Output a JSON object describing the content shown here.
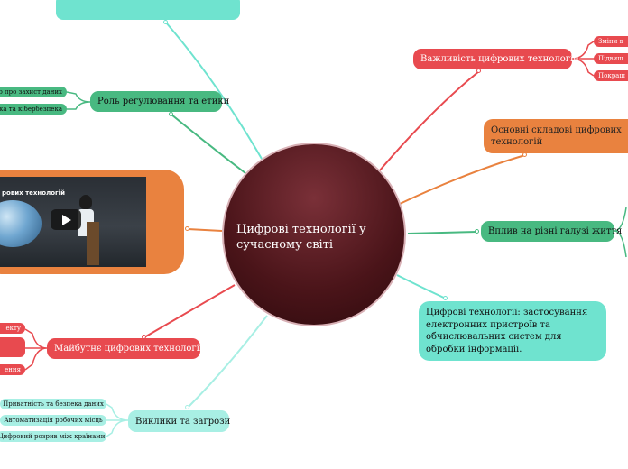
{
  "colors": {
    "center": "#5a1c22",
    "red": "#e84a4f",
    "orange": "#e9823f",
    "green": "#48b981",
    "teal": "#6fe3cf",
    "light_teal": "#a8efe4"
  },
  "center": {
    "title": "Цифрові технології у сучасному світі"
  },
  "branches": {
    "importance": {
      "label": "Важливість цифрових технологій",
      "leaves": [
        "Зміни в",
        "Підвищ",
        "Покращ"
      ]
    },
    "components": {
      "label": "Основні складові цифрових технологій"
    },
    "impact": {
      "label": "Вплив на різні галузі життя"
    },
    "definition": {
      "label": "Цифрові технології: застосування електронних пристроїв та обчислювальних систем для обробки інформації."
    },
    "challenges": {
      "label": "Виклики та загрози",
      "leaves": [
        "Приватність та безпека даних",
        "Автоматизація робочих місць",
        "Цифровий розрив між країнами"
      ]
    },
    "future": {
      "label": "Майбутнє цифрових технологій",
      "leaves": [
        "екту",
        "",
        "ення"
      ]
    },
    "regulation": {
      "label": "Роль регулювання та етики",
      "leaves": [
        "о про захист даних",
        "ка та кібербезпека"
      ]
    },
    "video": {
      "caption": "рових технологій",
      "icon": "play-icon"
    }
  }
}
